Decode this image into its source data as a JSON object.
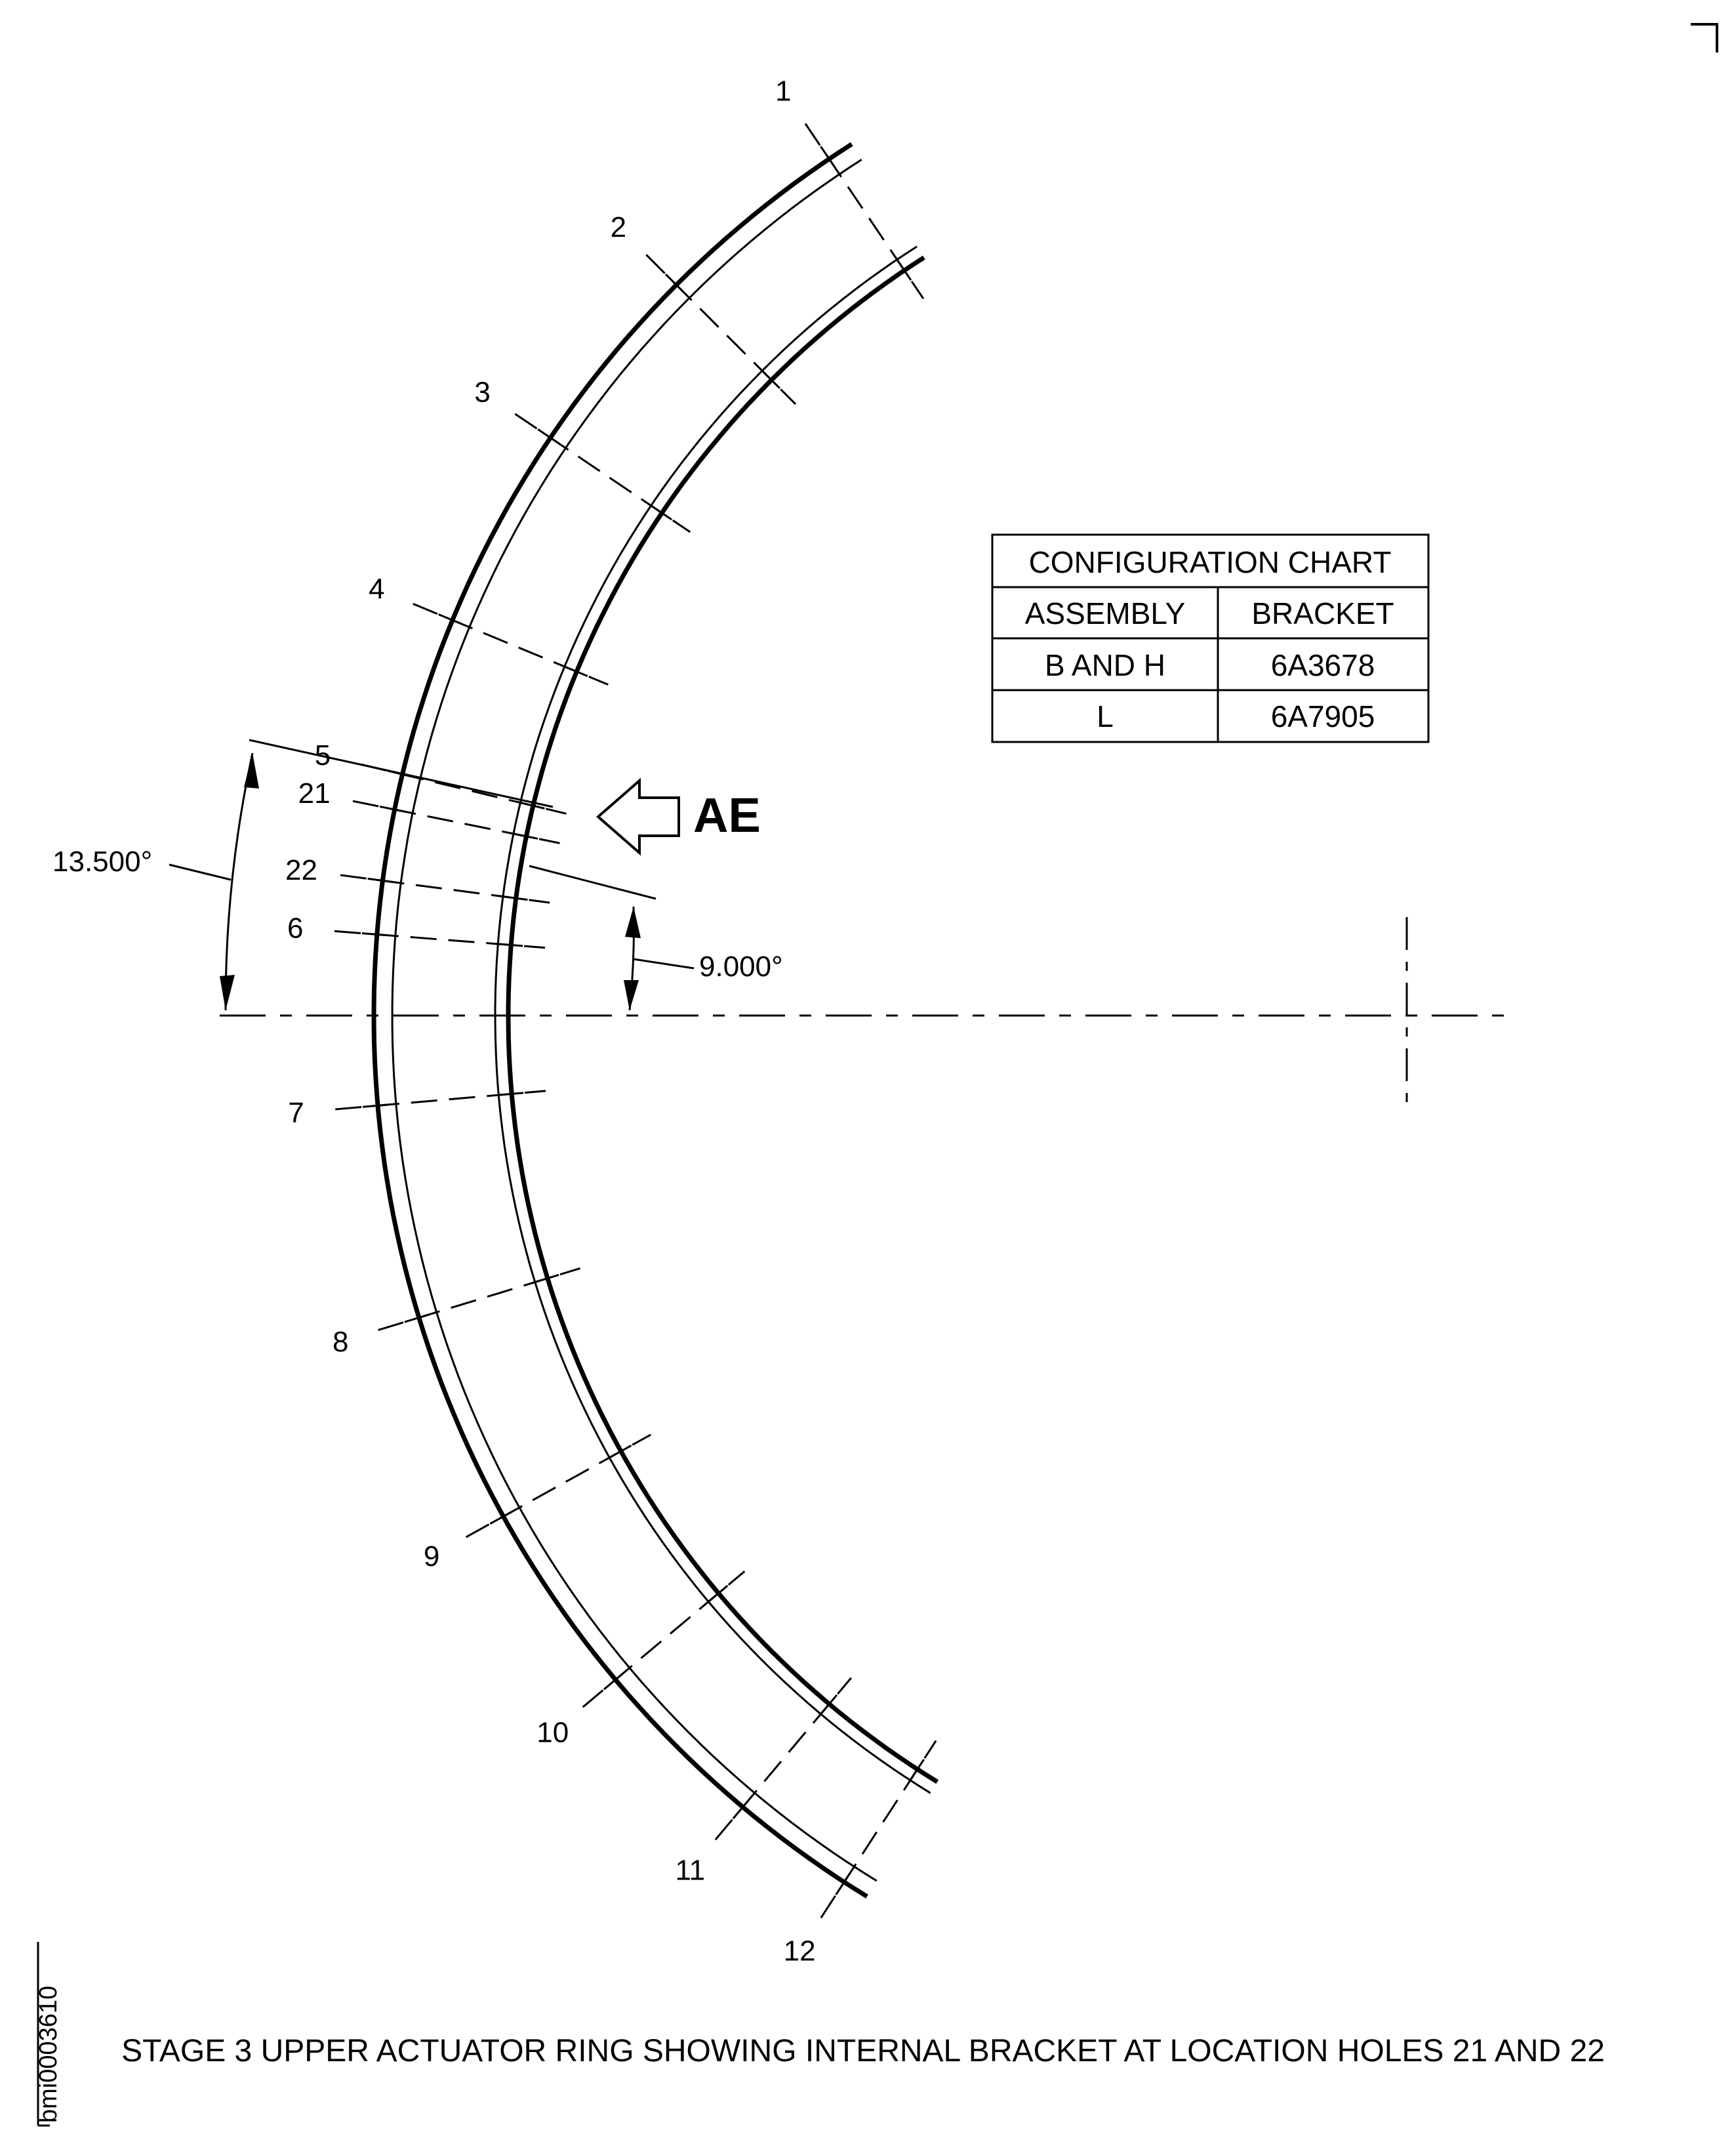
{
  "figure_id": "bmi0003610",
  "caption": "STAGE 3 UPPER ACTUATOR RING SHOWING INTERNAL BRACKET AT LOCATION HOLES 21 AND 22",
  "view_callout": "AE",
  "angles": {
    "upper": "13.500°",
    "lower": "9.000°"
  },
  "holes": [
    {
      "label": "1",
      "angle": 56
    },
    {
      "label": "2",
      "angle": 45
    },
    {
      "label": "3",
      "angle": 34
    },
    {
      "label": "4",
      "angle": 22.5
    },
    {
      "label": "5",
      "angle": 13.5
    },
    {
      "label": "21",
      "angle": 11.5
    },
    {
      "label": "22",
      "angle": 7.5
    },
    {
      "label": "6",
      "angle": 4.5
    },
    {
      "label": "7",
      "angle": -5
    },
    {
      "label": "8",
      "angle": -17
    },
    {
      "label": "9",
      "angle": -29
    },
    {
      "label": "10",
      "angle": -40
    },
    {
      "label": "11",
      "angle": -50
    },
    {
      "label": "12",
      "angle": -57
    }
  ],
  "config_chart": {
    "title": "CONFIGURATION CHART",
    "headers": [
      "ASSEMBLY",
      "BRACKET"
    ],
    "rows": [
      [
        "B AND H",
        "6A3678"
      ],
      [
        "L",
        "6A7905"
      ]
    ]
  }
}
